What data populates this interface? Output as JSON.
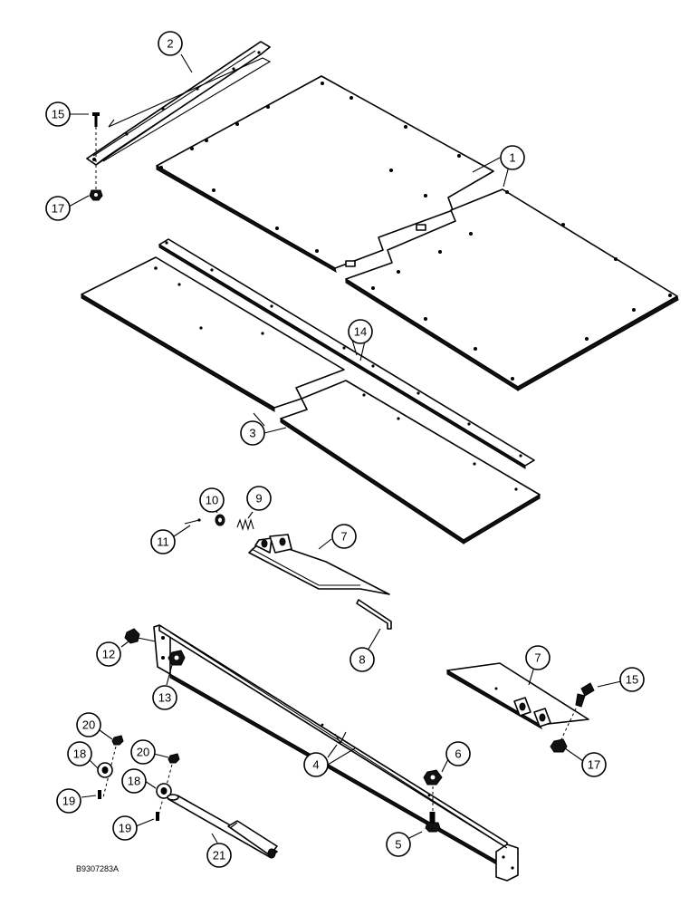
{
  "callouts": {
    "c1": "1",
    "c2": "2",
    "c3": "3",
    "c4": "4",
    "c5": "5",
    "c6": "6",
    "c7a": "7",
    "c7b": "7",
    "c8": "8",
    "c9": "9",
    "c10": "10",
    "c11": "11",
    "c12": "12",
    "c13": "13",
    "c14": "14",
    "c15a": "15",
    "c15b": "15",
    "c17a": "17",
    "c17b": "17",
    "c18a": "18",
    "c18b": "18",
    "c19a": "19",
    "c19b": "19",
    "c20a": "20",
    "c20b": "20",
    "c21": "21"
  },
  "figure_ref": "B9307283A"
}
